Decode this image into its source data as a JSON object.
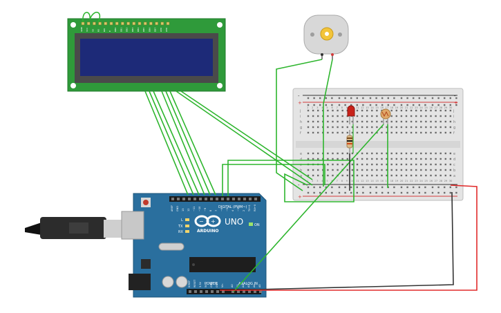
{
  "lcd": {
    "pin_labels": [
      "GND",
      "VCC",
      "V0",
      "RS",
      "RW",
      "E",
      "DB0",
      "DB1",
      "DB2",
      "DB3",
      "DB4",
      "DB5",
      "DB6",
      "DB7",
      "LED",
      "LED"
    ]
  },
  "motor": {},
  "breadboard": {
    "row_letters_top": [
      "j",
      "i",
      "h",
      "g",
      "f"
    ],
    "row_letters_bottom": [
      "e",
      "d",
      "c",
      "b",
      "a"
    ],
    "plus": "+",
    "minus": "-",
    "column_numbers": [
      "1",
      "2",
      "3",
      "4",
      "5",
      "6",
      "7",
      "8",
      "9",
      "10",
      "11",
      "12",
      "13",
      "14",
      "15",
      "16",
      "17",
      "18",
      "19",
      "20",
      "21",
      "22",
      "23",
      "24",
      "25",
      "26",
      "27",
      "28",
      "29",
      "30"
    ]
  },
  "arduino": {
    "brand": "ARDUINO",
    "model": "UNO",
    "digital_label": "DIGITAL (PWM~)",
    "power_label": "POWER",
    "analog_label": "ANALOG IN",
    "on_label": "ON",
    "l_label": "L",
    "tx_label": "TX",
    "rx_label": "RX",
    "reset_label": "RESET",
    "digital_pins": [
      "AREF",
      "GND",
      "13",
      "12",
      "~11",
      "~10",
      "~9",
      "8",
      "7",
      "~6",
      "~5",
      "4",
      "~3",
      "2",
      "TX→1",
      "RX←0"
    ],
    "power_pins": [
      "IOREF",
      "RESET",
      "3.3V",
      "5V",
      "GND",
      "GND",
      "Vin"
    ],
    "analog_pins": [
      "A0",
      "A1",
      "A2",
      "A3",
      "A4",
      "A5"
    ]
  },
  "colors": {
    "wire_green": "#2db52d",
    "wire_red": "#e12a2a",
    "wire_black": "#333333",
    "pcb_green": "#2f9a3a",
    "lcd_screen": "#1d2a78",
    "arduino_blue": "#2a6f9e",
    "breadboard": "#e6e6e6",
    "rail_red": "#d43a3a",
    "led_red": "#c8221a"
  }
}
